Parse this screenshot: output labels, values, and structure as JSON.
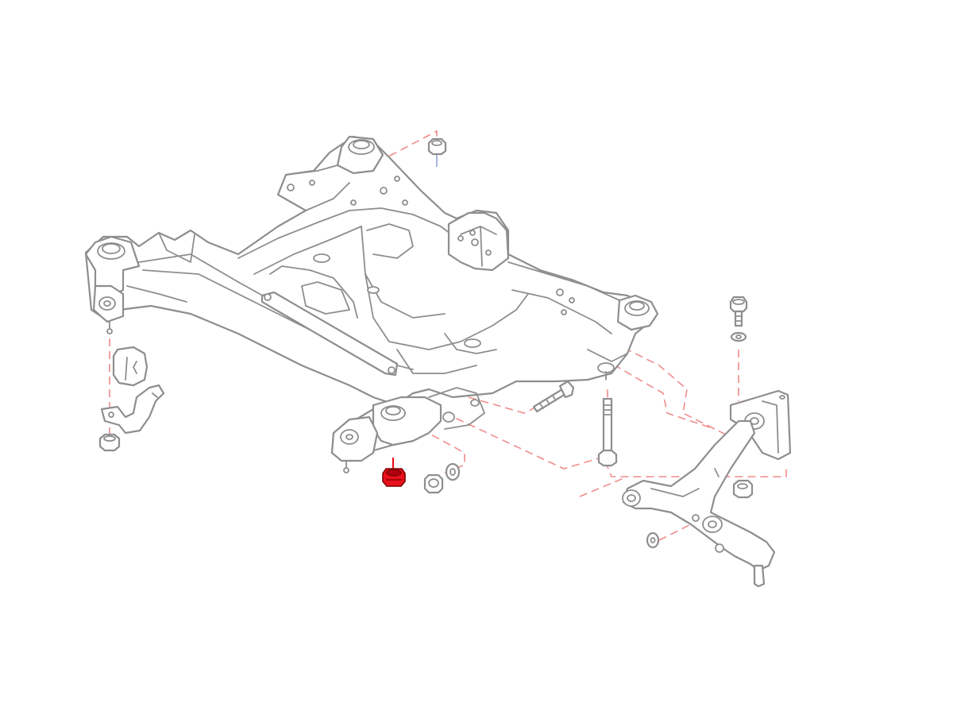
{
  "diagram": {
    "parts": [
      {
        "id": "subframe",
        "icon": "front-subframe"
      },
      {
        "id": "rear-left-nut",
        "icon": "flange-nut-icon"
      },
      {
        "id": "stabilizer-bushing",
        "icon": "bushing-icon"
      },
      {
        "id": "stabilizer-bracket",
        "icon": "bracket-icon"
      },
      {
        "id": "bracket-nut",
        "icon": "flange-nut-icon"
      },
      {
        "id": "highlighted-mount-nut",
        "icon": "flange-nut-icon",
        "highlighted": true
      },
      {
        "id": "nut-and-washer",
        "icon": "washer-icon"
      },
      {
        "id": "front-arm-bolt",
        "icon": "bolt-icon"
      },
      {
        "id": "rear-arm-long-bolt",
        "icon": "bolt-icon"
      },
      {
        "id": "top-bolt-and-washer",
        "icon": "bolt-icon"
      },
      {
        "id": "rear-arm-bracket",
        "icon": "bracket-icon"
      },
      {
        "id": "lower-control-arm",
        "icon": "control-arm-icon"
      },
      {
        "id": "arm-nut",
        "icon": "flange-nut-icon"
      },
      {
        "id": "arm-washer",
        "icon": "washer-icon"
      }
    ],
    "colors": {
      "line_art": "#8e8e8e",
      "leader_lines": "#f08c8c",
      "highlight": "#e8101c",
      "highlight_dark": "#7a0000",
      "stud_line": "#8fa4d9",
      "background": "#ffffff"
    }
  }
}
